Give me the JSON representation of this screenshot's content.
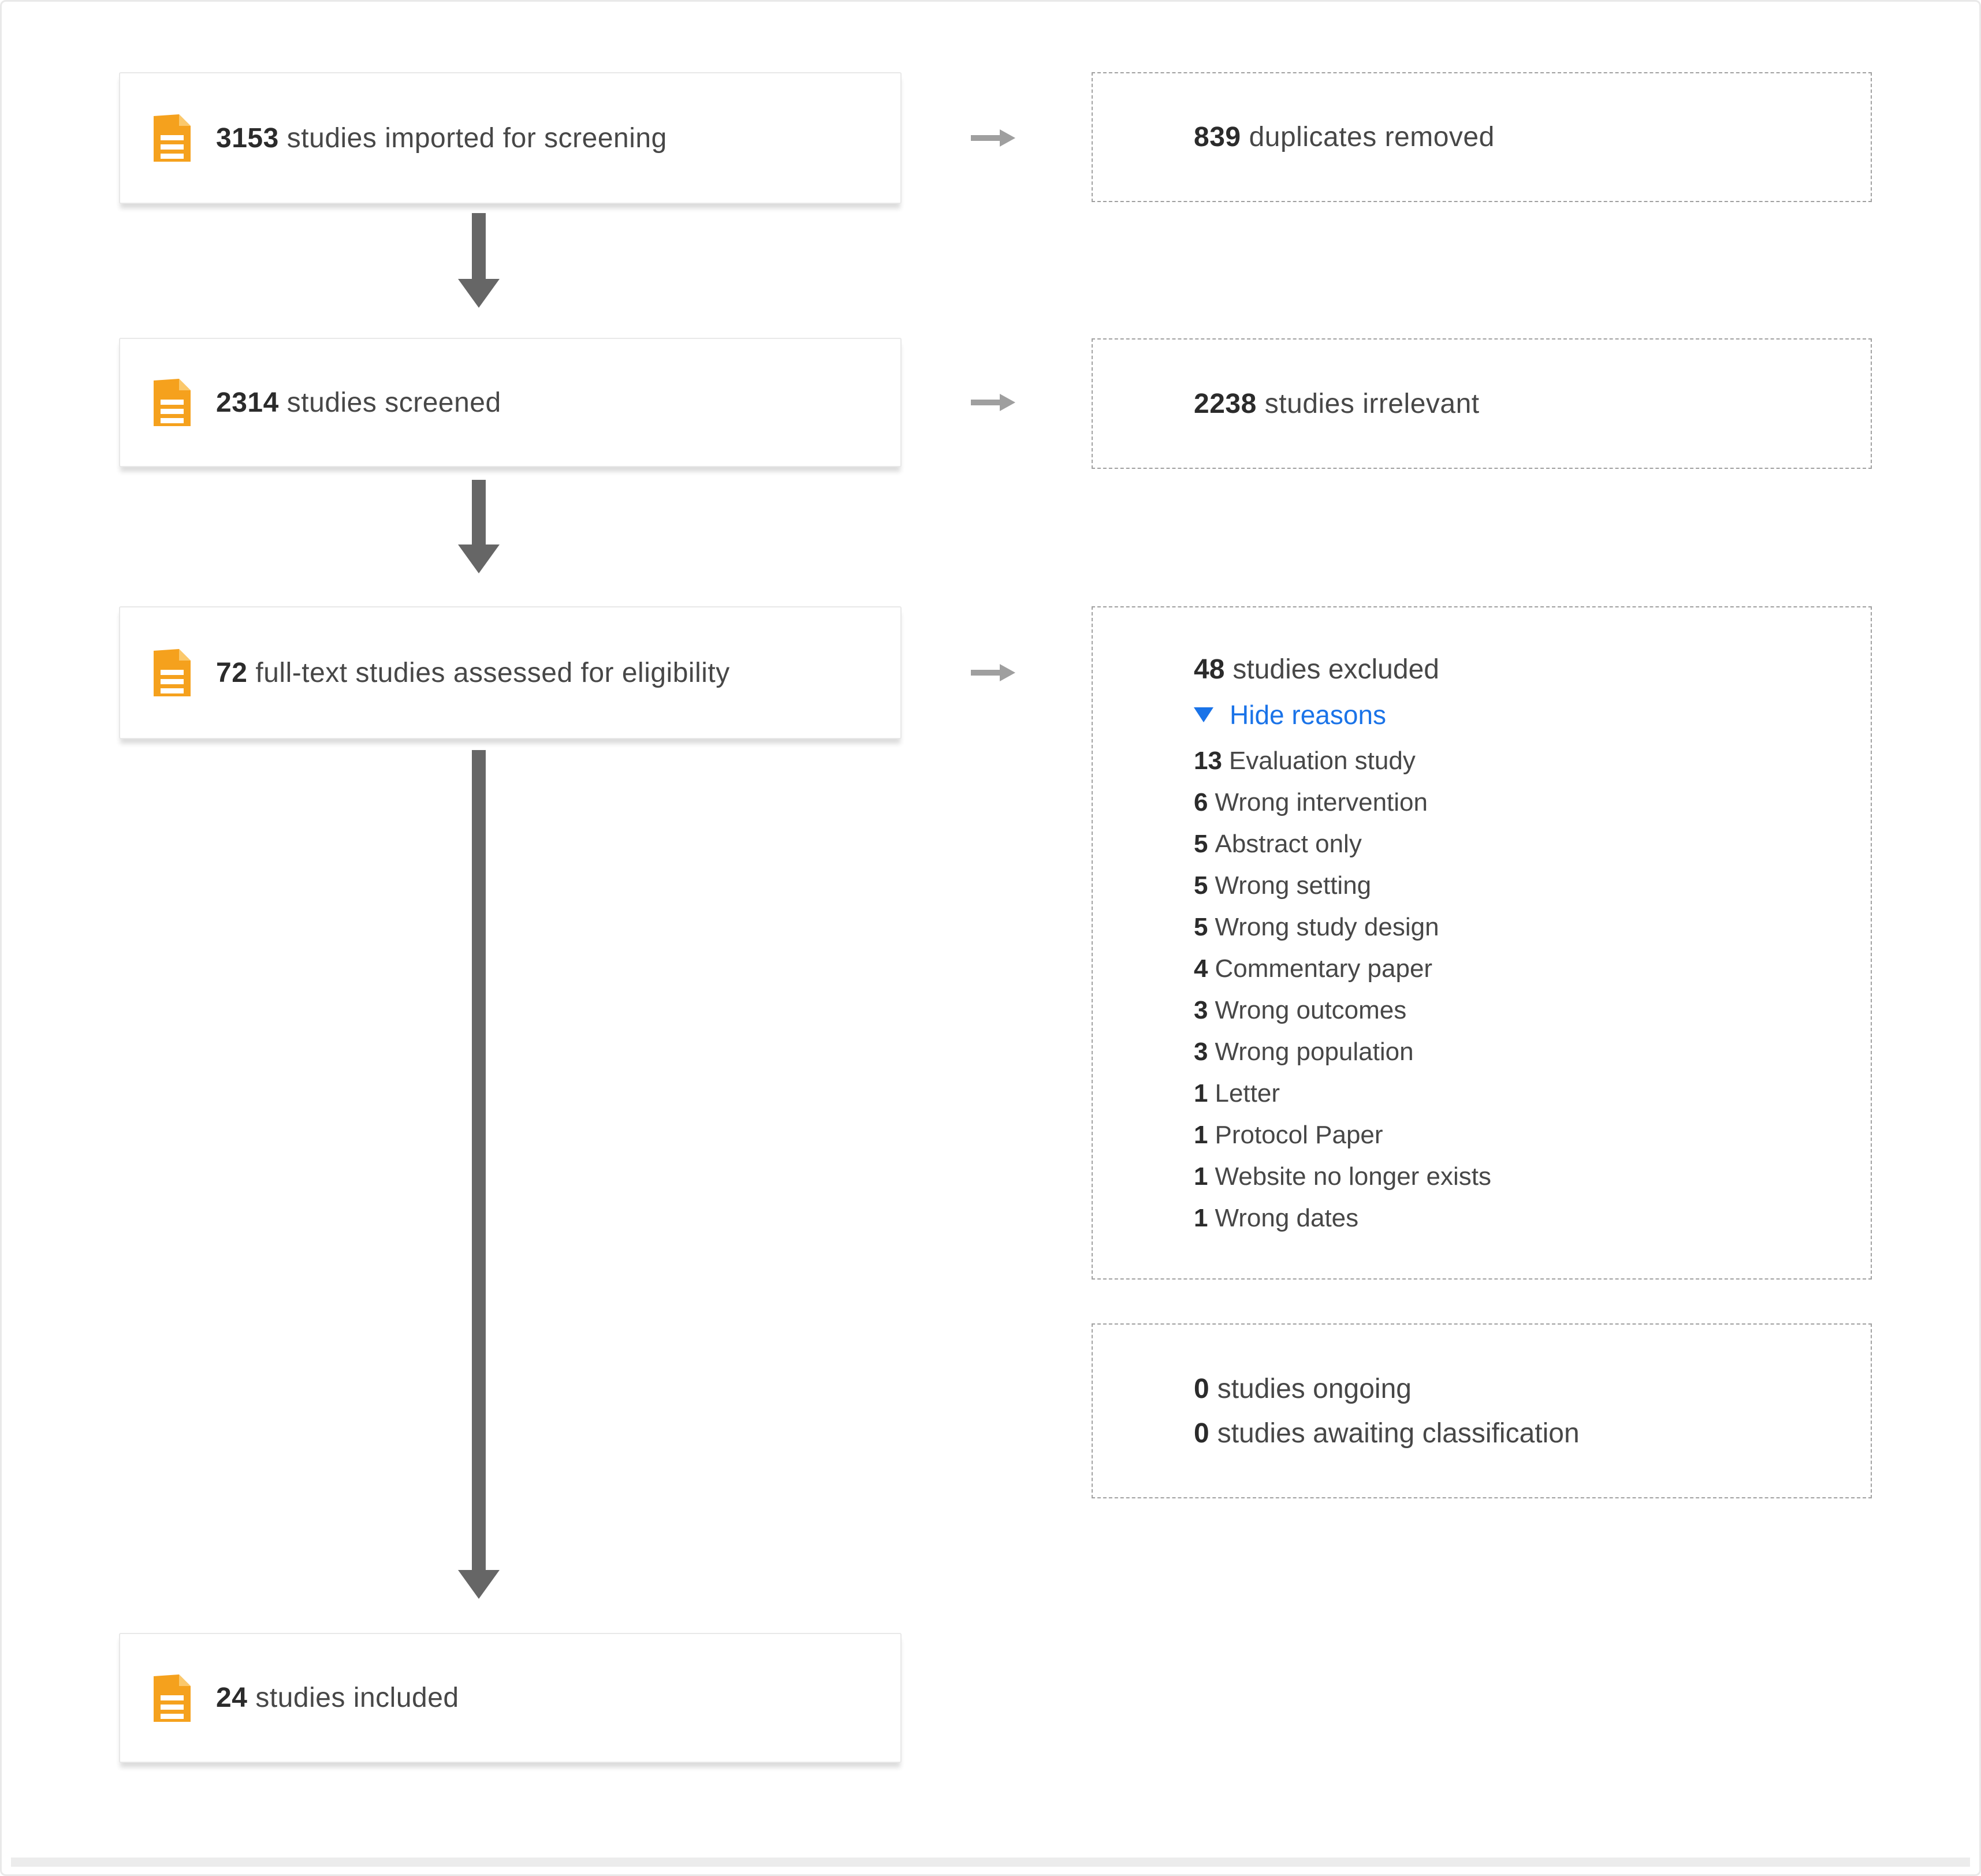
{
  "diagram": {
    "main_flow": [
      {
        "count": "3153",
        "label": "studies imported for screening"
      },
      {
        "count": "2314",
        "label": "studies screened"
      },
      {
        "count": "72",
        "label": "full-text studies assessed for eligibility"
      },
      {
        "count": "24",
        "label": "studies included"
      }
    ],
    "duplicates": {
      "count": "839",
      "label": "duplicates removed"
    },
    "irrelevant": {
      "count": "2238",
      "label": "studies irrelevant"
    },
    "excluded": {
      "count": "48",
      "label": "studies excluded",
      "toggle_label": "Hide reasons",
      "reasons": [
        {
          "count": "13",
          "label": "Evaluation study"
        },
        {
          "count": "6",
          "label": "Wrong intervention"
        },
        {
          "count": "5",
          "label": "Abstract only"
        },
        {
          "count": "5",
          "label": "Wrong setting"
        },
        {
          "count": "5",
          "label": "Wrong study design"
        },
        {
          "count": "4",
          "label": "Commentary paper"
        },
        {
          "count": "3",
          "label": "Wrong outcomes"
        },
        {
          "count": "3",
          "label": "Wrong population"
        },
        {
          "count": "1",
          "label": "Letter"
        },
        {
          "count": "1",
          "label": "Protocol Paper"
        },
        {
          "count": "1",
          "label": "Website no longer exists"
        },
        {
          "count": "1",
          "label": "Wrong dates"
        }
      ]
    },
    "status": {
      "lines": [
        {
          "count": "0",
          "label": "studies ongoing"
        },
        {
          "count": "0",
          "label": "studies awaiting classification"
        }
      ]
    },
    "icons": {
      "study": "document-icon",
      "toggle": "triangle-down-icon"
    },
    "colors": {
      "accent_orange": "#F5A11D",
      "accent_orange_fold": "#FBC86B",
      "link_blue": "#1A73E8",
      "arrow_dark": "#666666",
      "arrow_light": "#9F9F9F",
      "dashed_border": "#A0A0A0",
      "text": "#474747"
    }
  }
}
